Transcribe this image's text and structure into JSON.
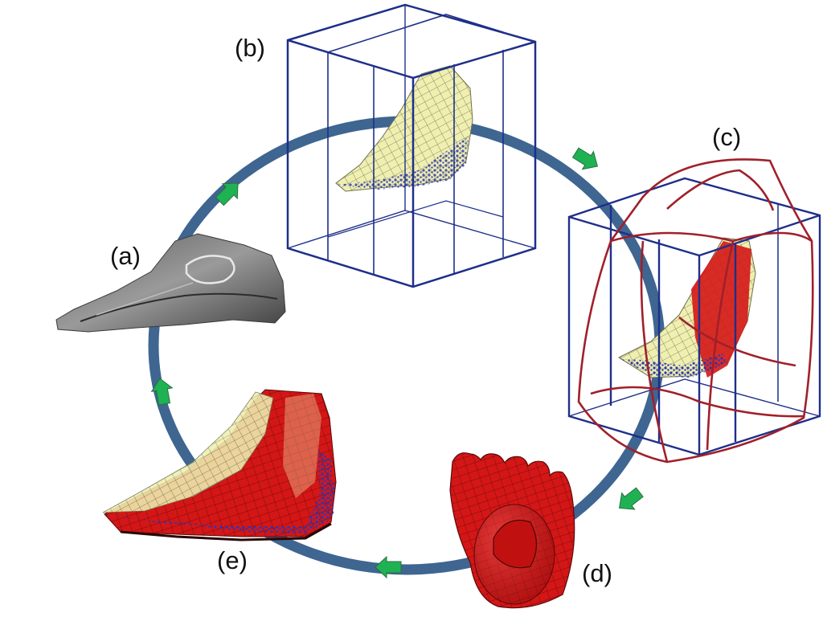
{
  "labels": {
    "a": "(a)",
    "b": "(b)",
    "c": "(c)",
    "d": "(d)",
    "e": "(e)"
  },
  "colors": {
    "cycle_ring": "#3f6591",
    "arrow_fill": "#1fb253",
    "arrow_edge": "#2a6f43",
    "box_wire": "#1e2f8a",
    "deformed_wire": "#a0202a",
    "foot_yellow": "#efefb0",
    "foot_red": "#d41616",
    "scatter_points": "#2a35b8",
    "mri_gray": "#7a7a7a"
  },
  "icons": {
    "flow_arrow": "right-arrow-icon"
  }
}
